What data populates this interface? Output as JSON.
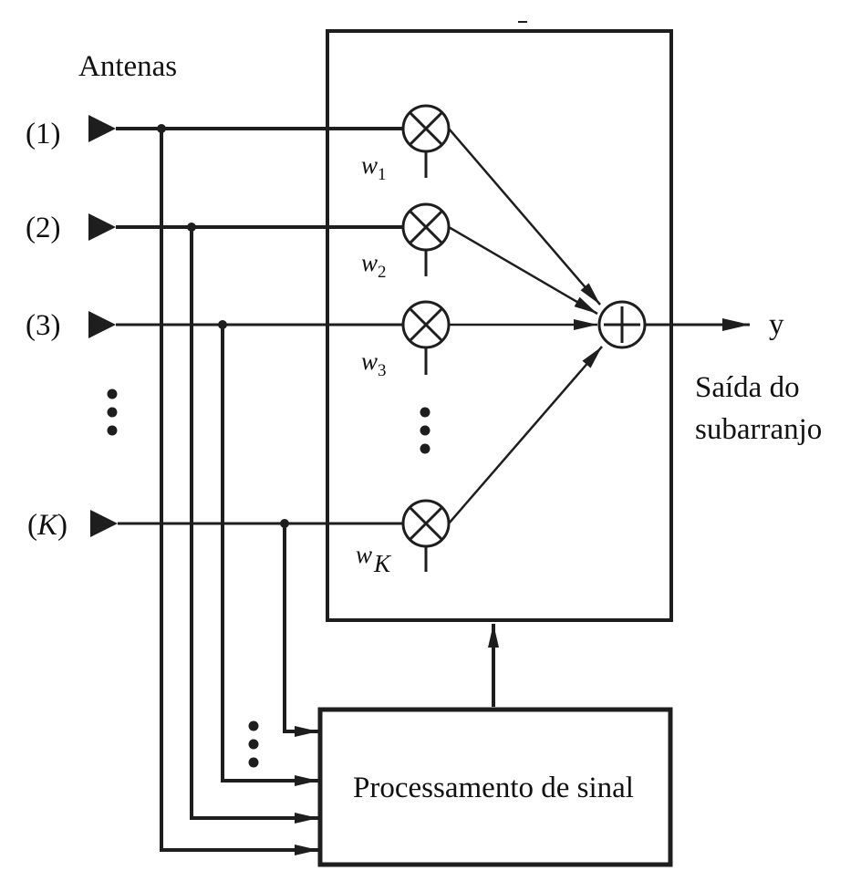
{
  "title_label": "Antenas",
  "antennas": [
    {
      "label": "(1)",
      "weight": "w",
      "weight_sub": "1"
    },
    {
      "label": "(2)",
      "weight": "w",
      "weight_sub": "2"
    },
    {
      "label": "(3)",
      "weight": "w",
      "weight_sub": "3"
    },
    {
      "label": "(K)",
      "weight": "w",
      "weight_sub": "K"
    }
  ],
  "output": {
    "symbol": "y",
    "label_line1": "Saída do",
    "label_line2": "subarranjo"
  },
  "processor": {
    "label": "Processamento de sinal"
  },
  "icons": {
    "multiplier": "circle-times",
    "summer": "circle-plus",
    "antenna": "triangle-right",
    "ellipsis": "vertical-dots"
  },
  "colors": {
    "stroke": "#1e1e1e",
    "background": "#ffffff"
  }
}
